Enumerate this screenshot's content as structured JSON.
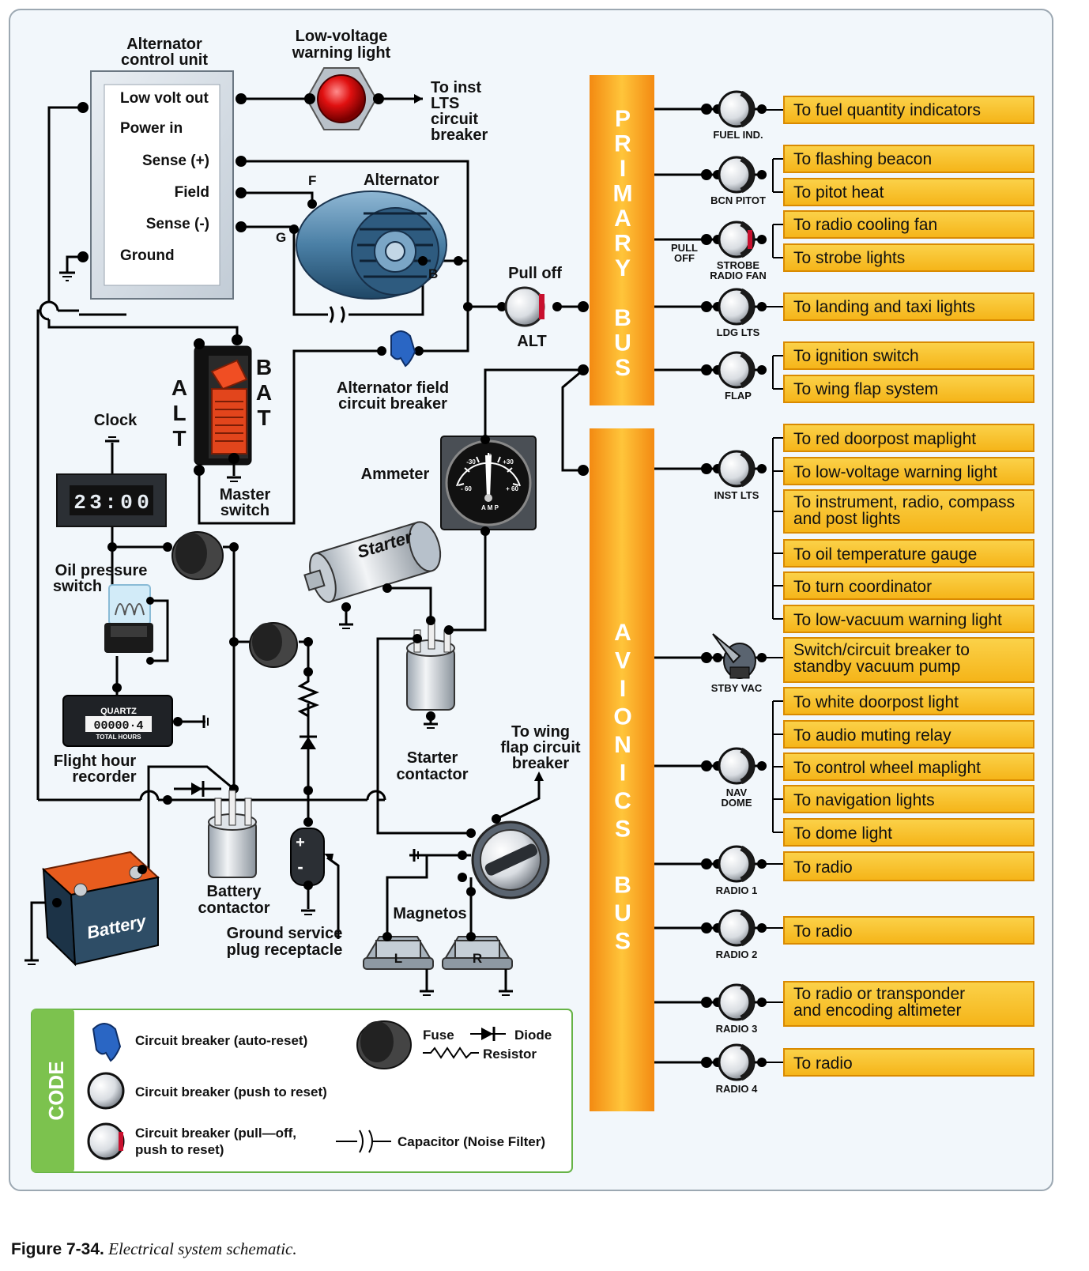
{
  "title_block": {
    "alternator_control_unit": [
      "Alternator",
      "control unit"
    ],
    "acu_terminals": [
      "Low volt out",
      "Power in",
      "Sense (+)",
      "Field",
      "Sense (-)",
      "Ground"
    ],
    "low_voltage_warning_light": [
      "Low-voltage",
      "warning light"
    ],
    "to_inst_lts": [
      "To inst",
      "LTS",
      "circuit",
      "breaker"
    ],
    "alternator": "Alternator",
    "alternator_terminals": {
      "f": "F",
      "g": "G",
      "b": "B"
    },
    "pull_off": "Pull off",
    "alt": "ALT",
    "alternator_field_cb": [
      "Alternator field",
      "circuit breaker"
    ],
    "master_switch": [
      "Master",
      "switch"
    ],
    "master_alt": [
      "A",
      "L",
      "T"
    ],
    "master_bat": [
      "B",
      "A",
      "T"
    ],
    "clock": "Clock",
    "clock_display": [
      "2",
      "3",
      ":",
      "0",
      "0"
    ],
    "ammeter": "Ammeter",
    "ammeter_scale": [
      "-30",
      "0",
      "+30",
      "- 60",
      "+ 60",
      "A M P"
    ],
    "oil_pressure_switch": [
      "Oil pressure",
      "switch"
    ],
    "starter": "Starter",
    "starter_contactor": [
      "Starter",
      "contactor"
    ],
    "flight_hour_recorder": [
      "Flight hour",
      "recorder"
    ],
    "hour_meter": {
      "brand": "QUARTZ",
      "digits": "00000·4",
      "sub": "TOTAL HOURS"
    },
    "to_wing_flap_cb": [
      "To wing",
      "flap circuit",
      "breaker"
    ],
    "battery": "Battery",
    "battery_contactor": [
      "Battery",
      "contactor"
    ],
    "ground_service_plug": [
      "Ground service",
      "plug receptacle"
    ],
    "magnetos": "Magnetos",
    "magneto_l": "L",
    "magneto_r": "R",
    "plug_plus": "+",
    "plug_minus": "-"
  },
  "primary_bus": {
    "letters": [
      "P",
      "R",
      "I",
      "M",
      "A",
      "R",
      "Y",
      "",
      "B",
      "U",
      "S"
    ],
    "breakers": [
      {
        "label": [
          "FUEL IND."
        ],
        "destinations": [
          "To fuel quantity indicators"
        ]
      },
      {
        "label": [
          "BCN PITOT"
        ],
        "destinations": [
          "To flashing beacon",
          "To pitot heat"
        ]
      },
      {
        "label": [
          "STROBE",
          "RADIO FAN"
        ],
        "pull": [
          "PULL",
          "OFF"
        ],
        "destinations": [
          "To radio cooling fan",
          "To strobe lights"
        ]
      },
      {
        "label": [
          "LDG LTS"
        ],
        "destinations": [
          "To landing and taxi lights"
        ]
      },
      {
        "label": [
          "FLAP"
        ],
        "destinations": [
          "To ignition switch",
          "To wing flap system"
        ]
      }
    ]
  },
  "avionics_bus": {
    "letters": [
      "A",
      "V",
      "I",
      "O",
      "N",
      "I",
      "C",
      "S",
      "",
      "B",
      "U",
      "S"
    ],
    "breakers": [
      {
        "label": [
          "INST LTS"
        ],
        "destinations": [
          [
            "To red doorpost maplight"
          ],
          [
            "To low-voltage warning light"
          ],
          [
            "To instrument, radio, compass",
            "and post lights"
          ],
          [
            "To oil temperature gauge"
          ],
          [
            "To turn coordinator"
          ],
          [
            "To low-vacuum warning light"
          ]
        ]
      },
      {
        "label": [
          "STBY VAC"
        ],
        "destinations": [
          [
            "Switch/circuit breaker to",
            "standby vacuum pump"
          ]
        ]
      },
      {
        "label": [
          "NAV",
          "DOME"
        ],
        "destinations": [
          [
            "To white doorpost light"
          ],
          [
            "To audio muting relay"
          ],
          [
            "To control wheel maplight"
          ],
          [
            "To navigation lights"
          ],
          [
            "To dome light"
          ]
        ]
      },
      {
        "label": [
          "RADIO 1"
        ],
        "destinations": [
          [
            "To radio"
          ]
        ]
      },
      {
        "label": [
          "RADIO 2"
        ],
        "destinations": [
          [
            "To radio"
          ]
        ]
      },
      {
        "label": [
          "RADIO 3"
        ],
        "destinations": [
          [
            "To radio or transponder",
            "and encoding altimeter"
          ]
        ]
      },
      {
        "label": [
          "RADIO 4"
        ],
        "destinations": [
          [
            "To radio"
          ]
        ]
      }
    ]
  },
  "legend": {
    "title": "CODE",
    "items": {
      "cb_auto": "Circuit breaker (auto-reset)",
      "cb_push": "Circuit breaker (push to reset)",
      "cb_pull": [
        "Circuit breaker (pull—off,",
        "push to reset)"
      ],
      "fuse": "Fuse",
      "diode": "Diode",
      "resistor": "Resistor",
      "capacitor": "Capacitor (Noise Filter)"
    }
  },
  "caption": {
    "figure": "Figure 7-34.",
    "text": "Electrical system schematic."
  },
  "colors": {
    "bus_orange": "#f7941d",
    "bus_yellow": "#ffc32a",
    "box_fill": "#f9c623",
    "panel_bg": "#f2f7fb",
    "legend_green": "#7cc24e"
  }
}
